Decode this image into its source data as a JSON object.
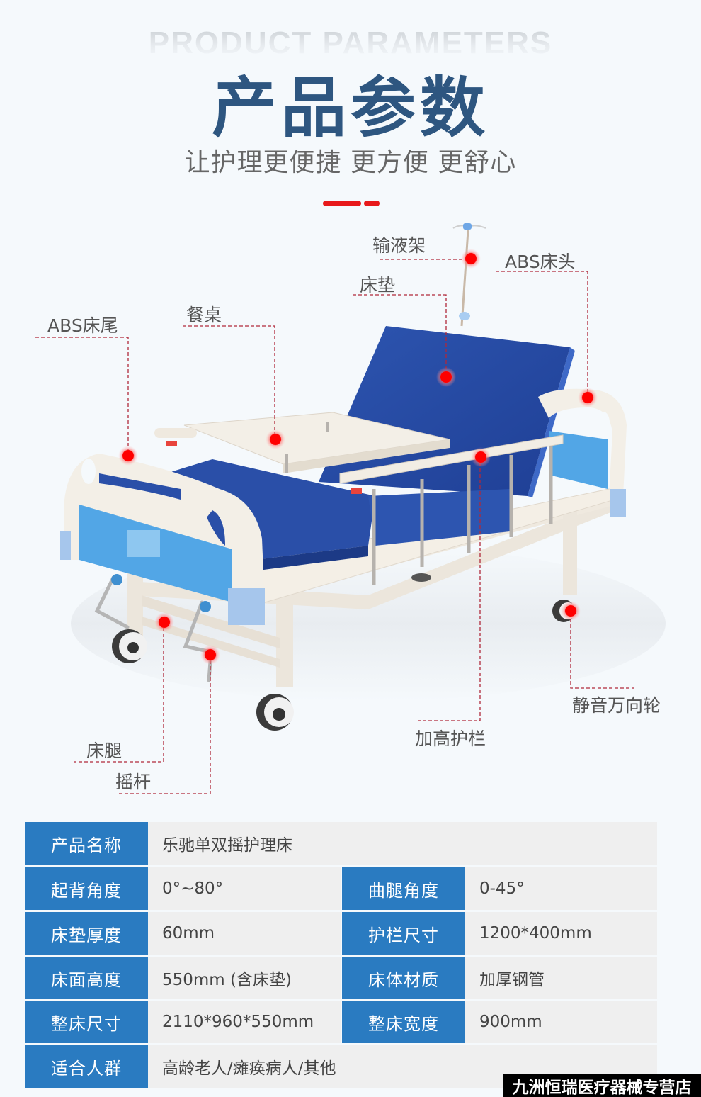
{
  "header": {
    "en_title": "PRODUCT PARAMETERS",
    "cn_title": "产品参数",
    "subtitle": "让护理更便捷 更方便 更舒心",
    "accent_color": "#e8191b",
    "title_color": "#2e5680"
  },
  "diagram": {
    "callouts": [
      {
        "id": "iv-pole",
        "label": "输液架"
      },
      {
        "id": "abs-headboard",
        "label": "ABS床头"
      },
      {
        "id": "mattress",
        "label": "床垫"
      },
      {
        "id": "dining-table",
        "label": "餐桌"
      },
      {
        "id": "abs-footboard",
        "label": "ABS床尾"
      },
      {
        "id": "silent-caster",
        "label": "静音万向轮"
      },
      {
        "id": "raised-guardrail",
        "label": "加高护栏"
      },
      {
        "id": "bed-leg",
        "label": "床腿"
      },
      {
        "id": "crank-handle",
        "label": "摇杆"
      }
    ],
    "marker_color": "#ff0000",
    "line_color": "#b0283a"
  },
  "specs": {
    "key_bg": "#2a7bc1",
    "rows": [
      {
        "key": "产品名称",
        "value": "乐驰单双摇护理床"
      },
      {
        "key": "起背角度",
        "value": "0°~80°",
        "key2": "曲腿角度",
        "value2": "0-45°"
      },
      {
        "key": "床垫厚度",
        "value": "60mm",
        "key2": "护栏尺寸",
        "value2": "1200*400mm"
      },
      {
        "key": "床面高度",
        "value": "550mm (含床垫)",
        "key2": "床体材质",
        "value2": "加厚钢管"
      },
      {
        "key": "整床尺寸",
        "value": "2110*960*550mm",
        "key2": "整床宽度",
        "value2": "900mm"
      },
      {
        "key": "适合人群",
        "value": "高龄老人/瘫痪病人/其他"
      }
    ]
  },
  "footer": {
    "shop_name": "九洲恒瑞医疗器械专营店"
  }
}
